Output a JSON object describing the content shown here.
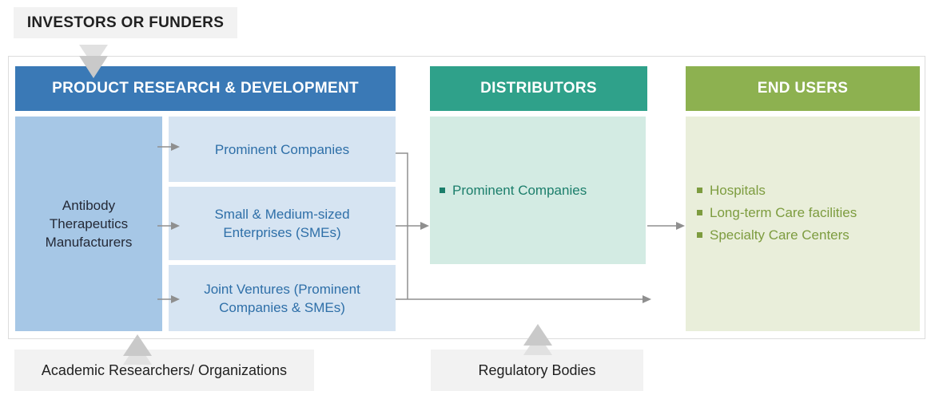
{
  "diagram": {
    "investors_label": "INVESTORS OR FUNDERS",
    "academic_label": "Academic Researchers/ Organizations",
    "regulatory_label": "Regulatory Bodies",
    "rnd": {
      "header": "PRODUCT RESEARCH & DEVELOPMENT",
      "manufacturer": "Antibody Therapeutics Manufacturers",
      "entities": [
        "Prominent Companies",
        "Small & Medium-sized Enterprises (SMEs)",
        "Joint Ventures (Prominent Companies & SMEs)"
      ]
    },
    "distributors": {
      "header": "DISTRIBUTORS",
      "items": [
        "Prominent Companies"
      ]
    },
    "end_users": {
      "header": "END USERS",
      "items": [
        "Hospitals",
        "Long-term Care facilities",
        "Specialty Care Centers"
      ]
    },
    "colors": {
      "rnd_header": "#3a79b6",
      "manufacturer_fill": "#a6c7e6",
      "entity_fill": "#d6e4f2",
      "entity_text": "#2e6fa8",
      "distributors_header": "#2fa18a",
      "distributors_fill": "#d3ebe3",
      "distributors_text": "#1b7e6b",
      "end_users_header": "#8db150",
      "end_users_fill": "#e9eeda",
      "end_users_text": "#7d9c3f",
      "label_fill": "#f2f2f2",
      "connector": "#8f8f8f",
      "chevron_light": "#e1e1e1",
      "chevron_dark": "#c9c9c9"
    }
  }
}
